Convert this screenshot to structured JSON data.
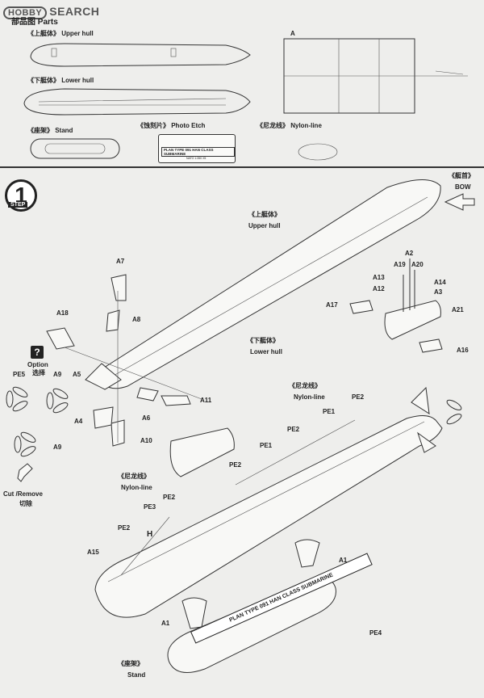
{
  "header": {
    "logo_box": "HOBBY",
    "logo_word": "SEARCH",
    "parts_title": "部品图 Parts"
  },
  "parts": {
    "upper_hull": "《上艇体》 Upper hull",
    "lower_hull": "《下艇体》 Lower hull",
    "stand": "《座架》 Stand",
    "photo_etch": "《蚀刻片》 Photo Etch",
    "nylon_line": "《尼龙线》 Nylon-line",
    "sprue_letter": "A",
    "pe_plate_text": "PLAN TYPE 091 HAN CLASS SUBMARINE",
    "pe_small_text": "NATO 1:350 X5"
  },
  "step": {
    "number": "1",
    "label": "STEP"
  },
  "bow": {
    "cn": "《艇首》",
    "en": "BOW"
  },
  "assembly": {
    "upper_hull_cn": "《上艇体》",
    "upper_hull_en": "Upper hull",
    "lower_hull_cn": "《下艇体》",
    "lower_hull_en": "Lower hull",
    "nylon_cn_1": "《尼龙线》",
    "nylon_en_1": "Nylon-line",
    "nylon_cn_2": "《尼龙线》",
    "nylon_en_2": "Nylon-line",
    "stand_cn": "《座架》",
    "stand_en": "Stand",
    "option_en": "Option",
    "option_cn": "选择",
    "cut_remove_en": "Cut /Remove",
    "cut_remove_cn": "切除",
    "plate_text": "PLAN TYPE 091 HAN CLASS SUBMARINE",
    "qmark": "?"
  },
  "labels": {
    "A7": "A7",
    "A8": "A8",
    "A18": "A18",
    "A5": "A5",
    "A9a": "A9",
    "PE5": "PE5",
    "A9b": "A9",
    "A11": "A11",
    "A6": "A6",
    "A4": "A4",
    "A10": "A10",
    "A2": "A2",
    "A19": "A19",
    "A20": "A20",
    "A13": "A13",
    "A14": "A14",
    "A12": "A12",
    "A3": "A3",
    "A17": "A17",
    "A21": "A21",
    "A16": "A16",
    "PE2a": "PE2",
    "PE1a": "PE1",
    "PE2b": "PE2",
    "PE1b": "PE1",
    "PE2c": "PE2",
    "PE2d": "PE2",
    "PE3": "PE3",
    "PE2e": "PE2",
    "H": "H",
    "A15": "A15",
    "A1a": "A1",
    "A1b": "A1",
    "PE4": "PE4"
  }
}
